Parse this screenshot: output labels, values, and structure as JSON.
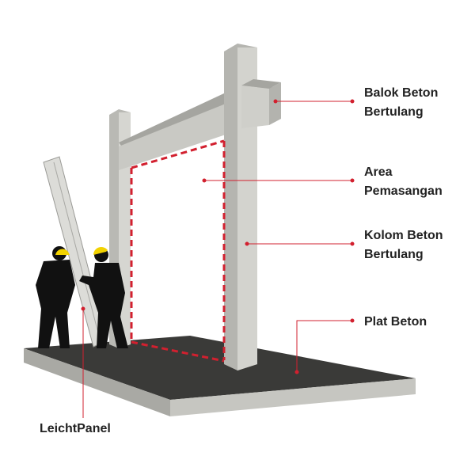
{
  "labels": {
    "balok": [
      "Balok Beton",
      "Bertulang"
    ],
    "area": [
      "Area",
      "Pemasangan"
    ],
    "kolom": [
      "Kolom Beton",
      "Bertulang"
    ],
    "plat": "Plat Beton",
    "panel": "LeichtPanel"
  },
  "colors": {
    "accent": "#d2202f",
    "concrete": "#c9c9c4",
    "slab": "#3a3a38",
    "worker": "#111111",
    "helmet": "#f2d200"
  }
}
